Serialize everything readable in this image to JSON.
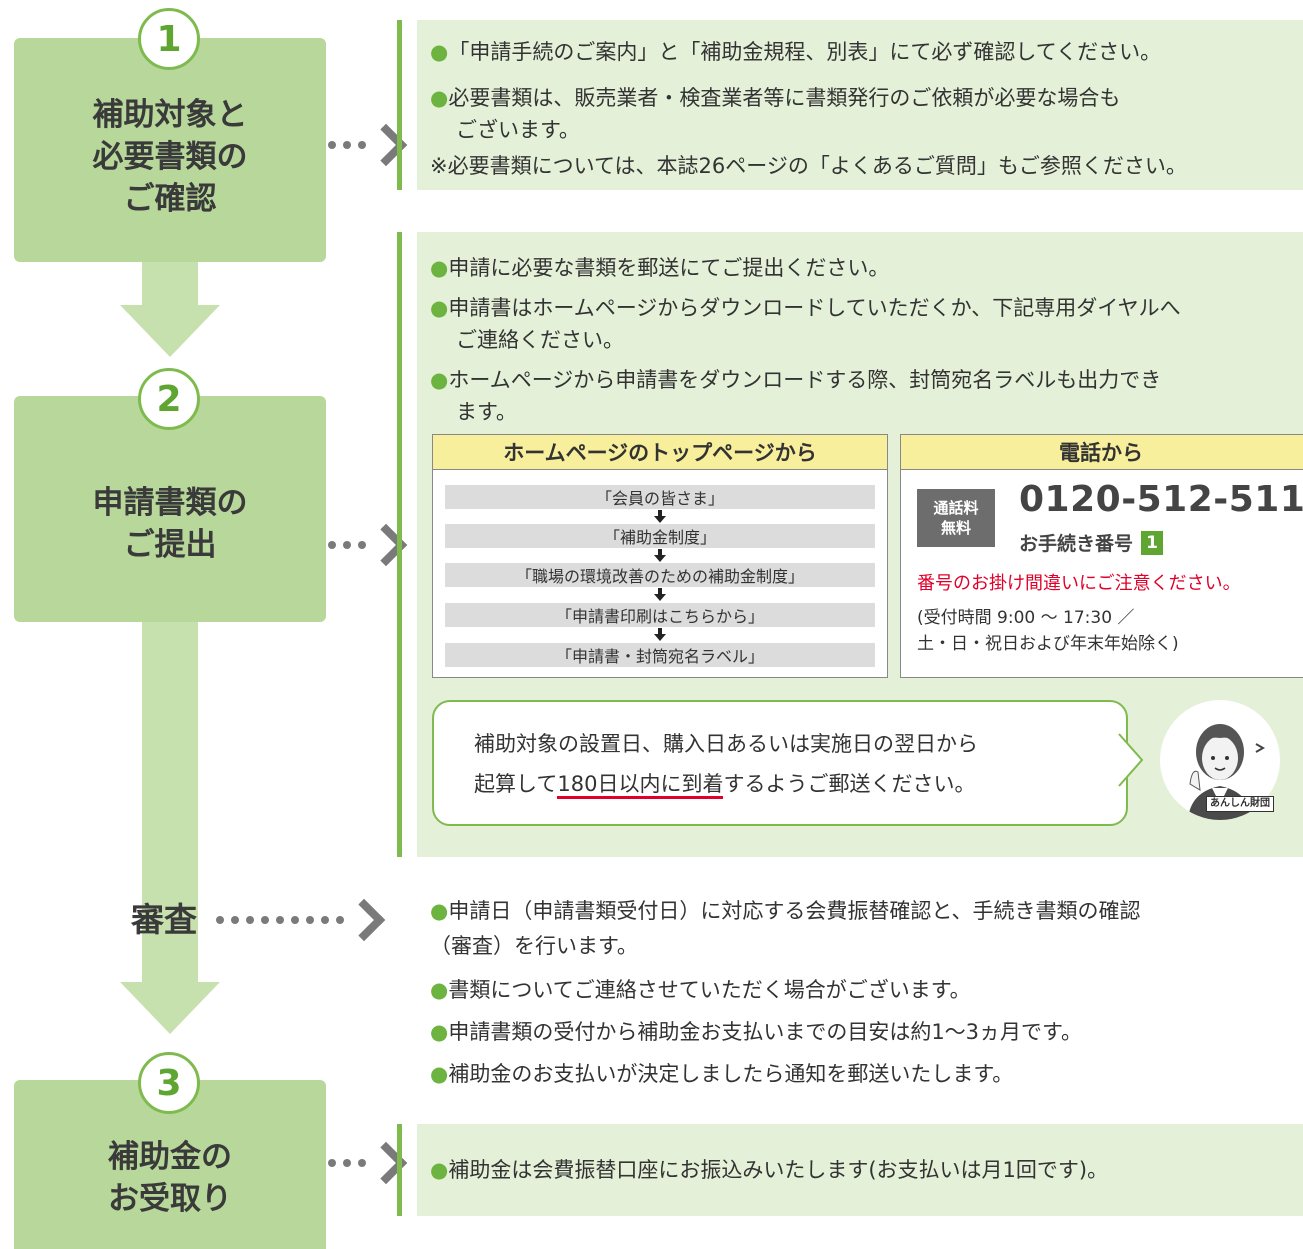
{
  "steps": [
    {
      "number": "1",
      "title": "補助対象と\n必要書類の\nご確認"
    },
    {
      "number": "2",
      "title": "申請書類の\nご提出"
    },
    {
      "number": "3",
      "title": "補助金の\nお受取り"
    }
  ],
  "review_label": "審査",
  "section1": {
    "lines": [
      {
        "bullet": "●",
        "text": "「申請手続のご案内」と「補助金規程、別表」にて必ず確認してください。"
      },
      {
        "bullet": "●",
        "text": "必要書類は、販売業者・検査業者等に書類発行のご依頼が必要な場合も"
      },
      {
        "bullet": "",
        "text": "ございます。"
      },
      {
        "bullet": "",
        "text": "※必要書類については、本誌26ページの「よくあるご質問」もご参照ください。"
      }
    ]
  },
  "section2": {
    "lines": [
      {
        "bullet": "●",
        "text": "申請に必要な書類を郵送にてご提出ください。"
      },
      {
        "bullet": "●",
        "text": "申請書はホームページからダウンロードしていただくか、下記専用ダイヤルへ"
      },
      {
        "bullet": "",
        "text": "ご連絡ください。"
      },
      {
        "bullet": "●",
        "text": "ホームページから申請書をダウンロードする際、封筒宛名ラベルも出力でき"
      },
      {
        "bullet": "",
        "text": "ます。"
      }
    ],
    "web_box": {
      "header": "ホームページのトップページから",
      "steps": [
        "「会員の皆さま」",
        "「補助金制度」",
        "「職場の環境改善のための補助金制度」",
        "「申請書印刷はこちらから」",
        "「申請書・封筒宛名ラベル」"
      ]
    },
    "phone_box": {
      "header": "電話から",
      "badge": "通話料\n無料",
      "number": "0120-512-511",
      "procedure_label": "お手続き番号",
      "procedure_number": "1",
      "warning": "番号のお掛け間違いにご注意ください。",
      "hours_line1": "(受付時間 9:00 ～ 17:30 ／",
      "hours_line2": "土・日・祝日および年末年始除く)"
    },
    "notice": {
      "line1": "補助対象の設置日、購入日あるいは実施日の翌日から",
      "line2_pre": "起算して",
      "line2_underlined": "180日以内に到着",
      "line2_post": "するようご郵送ください。"
    },
    "mascot_label": "あんしん財団"
  },
  "review": {
    "lines": [
      {
        "bullet": "●",
        "text": "申請日（申請書類受付日）に対応する会費振替確認と、手続き書類の確認"
      },
      {
        "bullet": "",
        "text": "（審査）を行います。"
      },
      {
        "bullet": "●",
        "text": "書類についてご連絡させていただく場合がございます。"
      },
      {
        "bullet": "●",
        "text": "申請書類の受付から補助金お支払いまでの目安は約1～3ヵ月です。"
      },
      {
        "bullet": "●",
        "text": "補助金のお支払いが決定しましたら通知を郵送いたします。"
      }
    ]
  },
  "section3": {
    "lines": [
      {
        "bullet": "●",
        "text": "補助金は会費振替口座にお振込みいたします(お支払いは月1回です)。"
      }
    ]
  },
  "colors": {
    "accent_green": "#7fba4e",
    "box_green": "#b7d89a",
    "panel_green": "#e4f0d8",
    "header_yellow": "#f7ef9c",
    "warning_red": "#e0002a"
  }
}
